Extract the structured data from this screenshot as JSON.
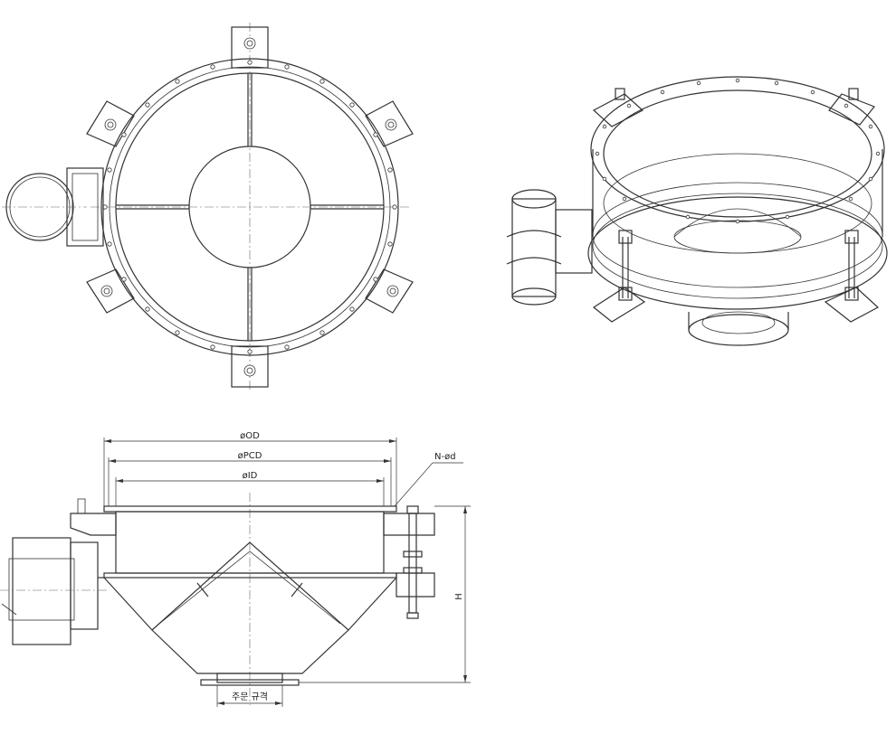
{
  "dimensions": {
    "outer_diameter": "øOD",
    "pitch_circle_diameter": "øPCD",
    "inner_diameter": "øID",
    "bolt_holes": "N-ød",
    "height": "H",
    "outlet_spec": "주문 규격"
  },
  "views": [
    "top-view",
    "isometric-view",
    "side-section-view"
  ]
}
